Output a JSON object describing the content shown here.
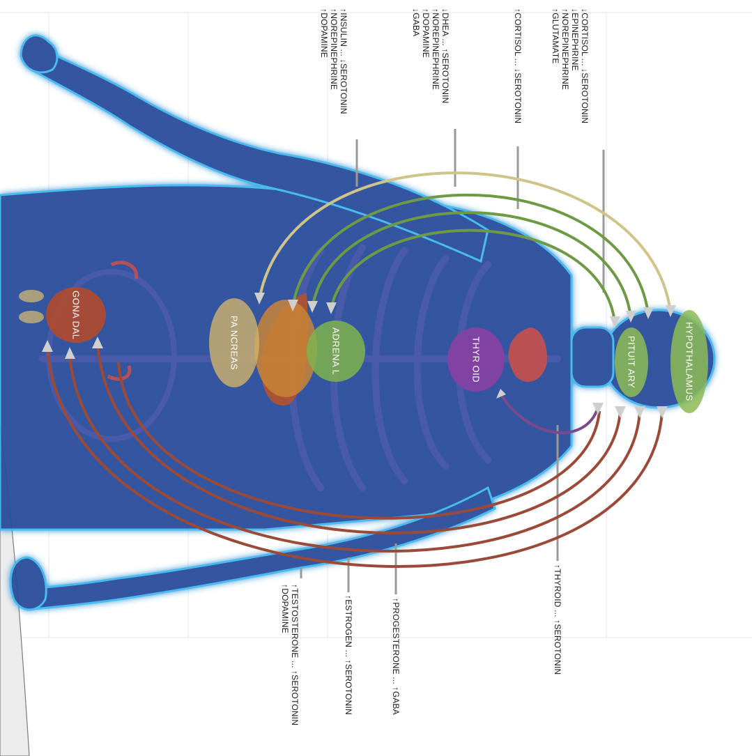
{
  "diagram": {
    "glands": [
      {
        "id": "hypothalamus",
        "label": "HYPOTHALAMUS",
        "color": "#8dbb52"
      },
      {
        "id": "pituitary",
        "label": "PITUIT ARY",
        "color": "#8dbb52"
      },
      {
        "id": "thyroid",
        "label": "THYR OID",
        "color": "#8e3fa4"
      },
      {
        "id": "adrenal",
        "label": "ADRENA L",
        "color": "#7fb34c"
      },
      {
        "id": "pancreas",
        "label": "PA NCREAS",
        "color": "#d1b26a"
      },
      {
        "id": "gonadal",
        "label": "GONA DAL",
        "color": "#b34a2c"
      }
    ],
    "top_labels": [
      {
        "id": "hypothalamus-label",
        "lines": [
          "↓CORTISOL ... ↓SEROTONIN",
          "↓EPINEPHRINE",
          "↑NOREPINEPHRINE",
          "↑GLUTAMATE"
        ]
      },
      {
        "id": "pituitary-label",
        "lines": [
          "↑CORTISOL ... ↓SEROTONIN"
        ]
      },
      {
        "id": "adrenal-label",
        "lines": [
          "↓DHEA ... ↑SEROTONIN",
          "↑NOREPINEPHRINE",
          "↑DOPAMINE",
          "↓GABA"
        ]
      },
      {
        "id": "pancreas-label",
        "lines": [
          "↑INSULIN ... ↓SEROTONIN",
          "↑NOREPINEPHRINE",
          "↑DOPAMINE"
        ]
      }
    ],
    "bottom_labels": [
      {
        "id": "thyroid-label",
        "lines": [
          "↑THYROID ... ↑SEROTONIN"
        ]
      },
      {
        "id": "progesterone-label",
        "lines": [
          "↑PROGESTERONE ... ↑GABA"
        ]
      },
      {
        "id": "estrogen-label",
        "lines": [
          "↑ESTROGEN ... ↑SEROTONIN"
        ]
      },
      {
        "id": "testosterone-label",
        "lines": [
          "↑TESTOSTERONE ... ↑SEROTONIN",
          "↑DOPAMINE"
        ]
      }
    ],
    "colors": {
      "body": "#2b4e9c",
      "body_glow": "#3fb8f0",
      "hypothalamus_arc": "#cfc58a",
      "green_arc": "#6f9a45",
      "thyroid_arc": "#7a4a8c",
      "gonadal_arc": "#9c4a38",
      "leader_line": "#9a9a9a"
    }
  }
}
